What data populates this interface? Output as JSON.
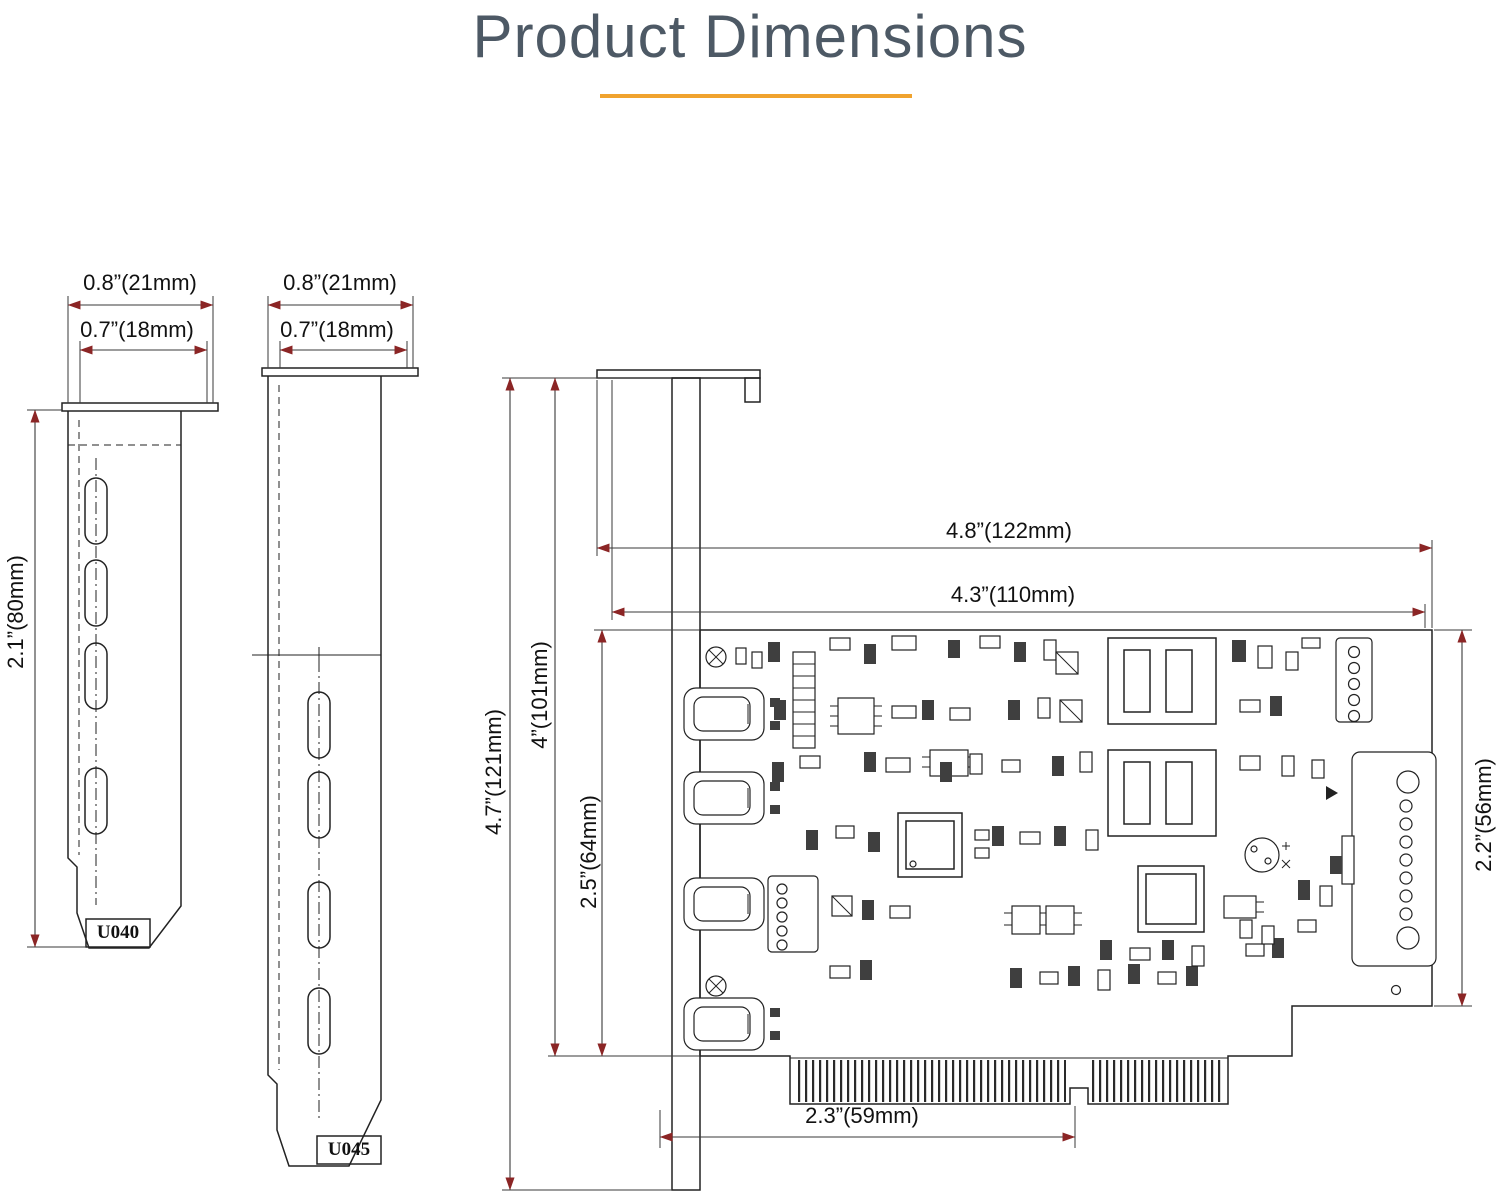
{
  "page": {
    "title": "Product Dimensions",
    "title_color": "#4d5965",
    "accent_color": "#f0a32e",
    "background": "#ffffff",
    "drawing_color": "#222222",
    "arrow_color": "#8b2525"
  },
  "brackets": [
    {
      "label": "U040",
      "width_outer": "0.8”(21mm)",
      "width_inner": "0.7”(18mm)",
      "height": "2.1”(80mm)"
    },
    {
      "label": "U045",
      "width_outer": "0.8”(21mm)",
      "width_inner": "0.7”(18mm)"
    }
  ],
  "board": {
    "overall_length": "4.8”(122mm)",
    "pcb_length": "4.3”(110mm)",
    "overall_height": "4.7”(121mm)",
    "bracket_height": "4”(101mm)",
    "pcb_height_left": "2.5”(64mm)",
    "pcb_height_right": "2.2”(56mm)",
    "edge_connector_offset": "2.3”(59mm)"
  }
}
